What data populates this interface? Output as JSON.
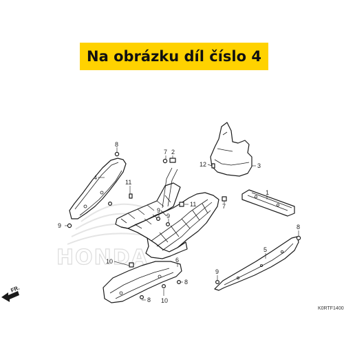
{
  "banner": {
    "text": "Na obrázku díl číslo 4",
    "color": "#FFD200"
  },
  "watermark": {
    "text": "HONDA"
  },
  "direction": {
    "text": "FR."
  },
  "diagram_code": "K0RTF1400",
  "callouts": [
    {
      "id": "c8a",
      "label": "8"
    },
    {
      "id": "c7a",
      "label": "7"
    },
    {
      "id": "c2",
      "label": "2"
    },
    {
      "id": "c12",
      "label": "12"
    },
    {
      "id": "c3",
      "label": "3"
    },
    {
      "id": "c4",
      "label": "4"
    },
    {
      "id": "c11a",
      "label": "11"
    },
    {
      "id": "c1",
      "label": "1"
    },
    {
      "id": "c7b",
      "label": "7"
    },
    {
      "id": "c9a",
      "label": "9"
    },
    {
      "id": "c9b",
      "label": "9"
    },
    {
      "id": "c11b",
      "label": "11"
    },
    {
      "id": "c8b",
      "label": "8"
    },
    {
      "id": "c9c",
      "label": "9"
    },
    {
      "id": "c5",
      "label": "5"
    },
    {
      "id": "c10a",
      "label": "10"
    },
    {
      "id": "c6",
      "label": "6"
    },
    {
      "id": "c9d",
      "label": "9"
    },
    {
      "id": "c8c",
      "label": "8"
    },
    {
      "id": "c8d",
      "label": "8"
    },
    {
      "id": "c10b",
      "label": "10"
    }
  ]
}
